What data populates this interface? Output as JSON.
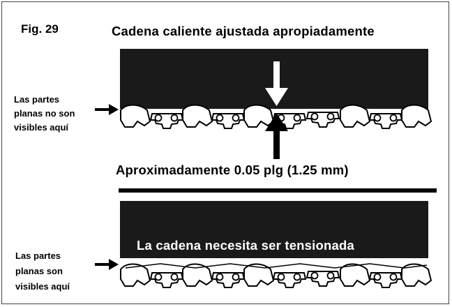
{
  "figure": {
    "label": "Fig. 29",
    "title": "Cadena caliente ajustada apropiadamente",
    "measurement": "Aproximadamente 0.05 plg (1.25 mm)",
    "top_side_label": [
      "Las partes",
      "planas no son",
      "visibles aquí"
    ],
    "bottom_side_label": [
      "Las partes",
      "planas son",
      "visibles aquí"
    ],
    "tension_message": "La cadena necesita ser tensionada"
  },
  "colors": {
    "ink": "#000000",
    "bar": "#1a1a1a",
    "paper": "#ffffff"
  },
  "icons": [
    "arrow-down-icon",
    "arrow-up-icon",
    "arrow-right-icon"
  ]
}
